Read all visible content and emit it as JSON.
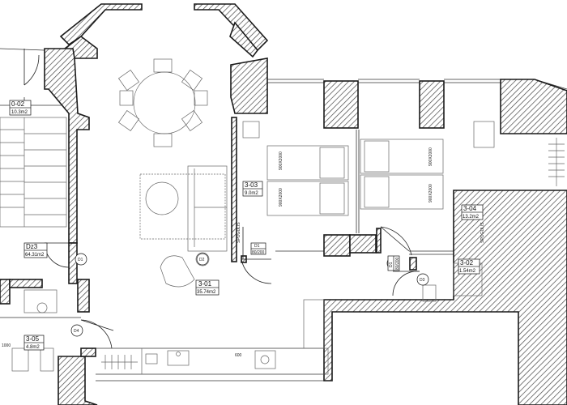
{
  "rooms": [
    {
      "name": "0-02",
      "area": "10.3m2"
    },
    {
      "name": "Dz3",
      "area": "64.31m2"
    },
    {
      "name": "3-01",
      "area": "35.74m2"
    },
    {
      "name": "3-03",
      "area": "9.0m2"
    },
    {
      "name": "3-04",
      "area": "13.2m2"
    },
    {
      "name": "3-02",
      "area": "1.54m2"
    },
    {
      "name": "3-05",
      "area": "4.8m2"
    }
  ],
  "doors": [
    {
      "name": "D1",
      "size": "80/200"
    },
    {
      "name": "D1",
      "size": "80/200"
    }
  ],
  "door_marks": [
    "D1",
    "D2",
    "D3",
    "D4",
    "D5"
  ],
  "annotations": {
    "spogulis_1": "SPOGULIS",
    "spogulis_2": "SPOGULIS",
    "bed_dim": "900X2000",
    "num_1000": "1000",
    "num_600": "600"
  }
}
